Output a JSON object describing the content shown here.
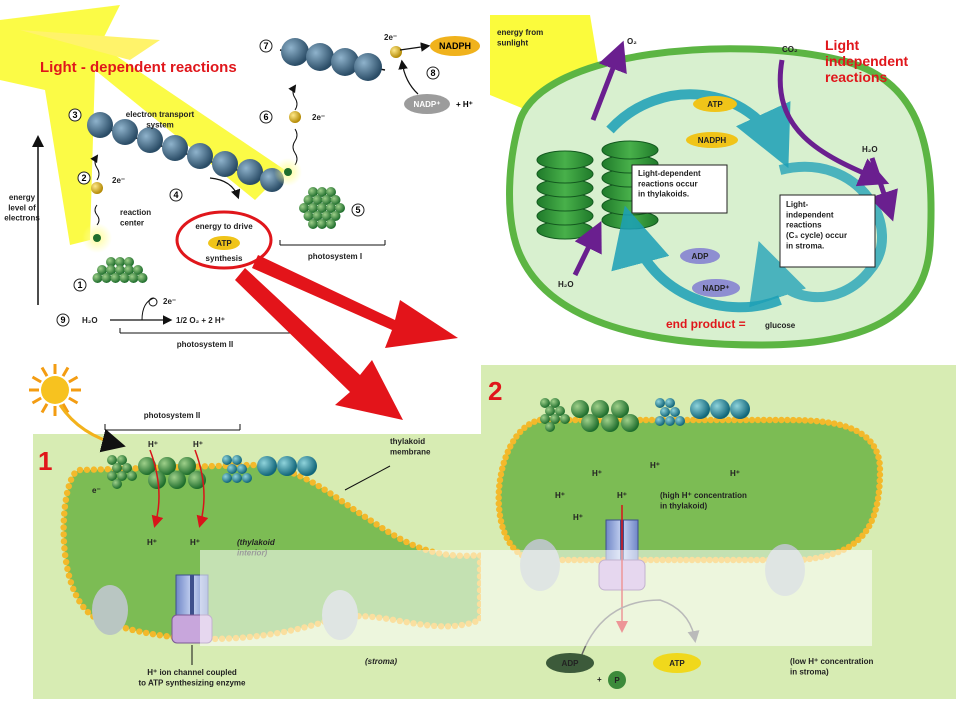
{
  "colors": {
    "accent_red": "#e0161b",
    "chloroplast_green": "#5cb543",
    "stroma_fill": "#d8f0cf",
    "panel_fill": "#d7ecb3",
    "atp_yellow": "#f0c419",
    "nadph_orange": "#f0b21c",
    "purple": "#6a1f8f",
    "teal": "#1fa5b8"
  },
  "top_left": {
    "title": "Light - dependent reactions",
    "energy_axis": "energy\nlevel of\nelectrons",
    "electron_transport": "electron transport\nsystem",
    "reaction_center": "reaction\ncenter",
    "e_minus": "2e⁻",
    "energy_to_drive": "energy to drive",
    "atp": "ATP",
    "synthesis": "synthesis",
    "photosystem_i": "photosystem I",
    "photosystem_ii": "photosystem II",
    "nadph": "NADPH",
    "nadp_plus": "NADP⁺",
    "h_plus": "+ H⁺",
    "h2o": "H₂O",
    "o2_eq": "1/2 O₂ + 2 H⁺",
    "steps": [
      "1",
      "2",
      "3",
      "4",
      "5",
      "6",
      "7",
      "8",
      "9"
    ]
  },
  "top_right": {
    "energy_from": "energy from\nsunlight",
    "o2": "O₂",
    "co2": "CO₂",
    "title": "Light\nindependent\nreactions",
    "atp": "ATP",
    "nadph": "NADPH",
    "h2o_top": "H₂O",
    "h2o_bottom": "H₂O",
    "box_thylakoid": "Light-dependent\nreactions occur\nin thylakoids.",
    "box_stroma": "Light-\nindependent\nreactions\n(C₃ cycle) occur\nin stroma.",
    "adp": "ADP",
    "nadp": "NADP⁺",
    "end_product": "end product =",
    "glucose": "glucose"
  },
  "panel1": {
    "number": "1",
    "photosystem_ii": "photosystem II",
    "h_plus": "H⁺",
    "e_minus": "e⁻",
    "thylakoid_membrane": "thylakoid\nmembrane",
    "thylakoid_interior": "(thylakoid\ninterior)",
    "ion_channel": "H⁺ ion channel coupled\nto ATP synthesizing enzyme",
    "stroma": "(stroma)"
  },
  "panel2": {
    "number": "2",
    "h_plus": "H⁺",
    "high_conc": "(high H⁺ concentration\nin thylakoid)",
    "adp": "ADP",
    "p": "P",
    "plus": "+",
    "atp": "ATP",
    "low_conc": "(low H⁺ concentration\nin stroma)"
  }
}
